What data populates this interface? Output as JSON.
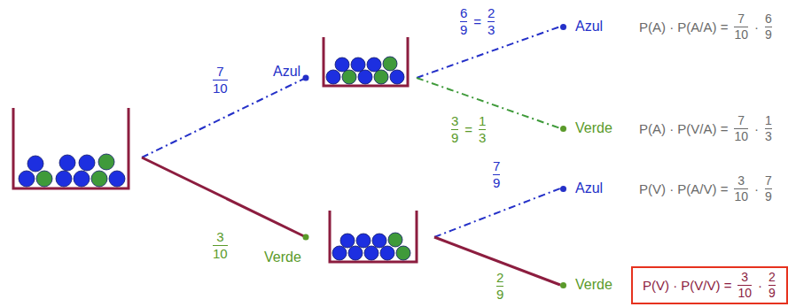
{
  "diagram": {
    "nodes": [
      {
        "text": [
          "Azul"
        ]
      },
      {
        "text": [
          "Verde"
        ]
      },
      {
        "text": [
          "Azul"
        ]
      },
      {
        "text": [
          "Verde"
        ]
      },
      {
        "text": [
          "Azul"
        ]
      },
      {
        "text": [
          "Verde"
        ]
      },
      {
        "text": [
          "P(V) · P(V/V) =",
          "3",
          "10",
          "·",
          "2",
          "9"
        ]
      }
    ],
    "edges": [
      {
        "from": 0,
        "to": 2,
        "arrow": "none"
      },
      {
        "from": 0,
        "to": 3,
        "arrow": "none"
      },
      {
        "from": 1,
        "to": 4,
        "arrow": "none"
      },
      {
        "from": 1,
        "to": 5,
        "arrow": "none"
      }
    ],
    "labels": [
      "7",
      "10",
      "3",
      "10",
      "6",
      "9",
      "=",
      "2",
      "3",
      "3",
      "9",
      "=",
      "1",
      "3",
      "7",
      "9",
      "2",
      "9",
      "P(A) · P(A/A) =",
      "7",
      "10",
      "·",
      "6",
      "9",
      "P(A) · P(V/A) =",
      "7",
      "10",
      "·",
      "1",
      "3",
      "P(V) · P(A/V) =",
      "3",
      "10",
      "·",
      "7",
      "9"
    ]
  }
}
